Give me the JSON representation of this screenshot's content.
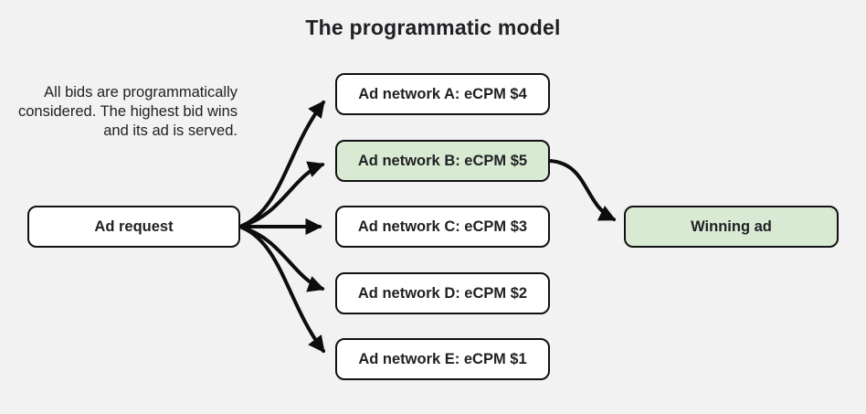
{
  "title": "The programmatic model",
  "description": "All bids are programmatically considered. The highest bid wins and its ad is served.",
  "nodes": {
    "ad_request": {
      "label": "Ad request"
    },
    "networks": [
      {
        "label": "Ad network A: eCPM $4",
        "highlight": false
      },
      {
        "label": "Ad network B: eCPM $5",
        "highlight": true
      },
      {
        "label": "Ad network C: eCPM $3",
        "highlight": false
      },
      {
        "label": "Ad network D: eCPM $2",
        "highlight": false
      },
      {
        "label": "Ad network E: eCPM $1",
        "highlight": false
      }
    ],
    "winning": {
      "label": "Winning ad"
    }
  },
  "edges": [
    {
      "from": "Ad request",
      "to": "Ad network A: eCPM $4"
    },
    {
      "from": "Ad request",
      "to": "Ad network B: eCPM $5"
    },
    {
      "from": "Ad request",
      "to": "Ad network C: eCPM $3"
    },
    {
      "from": "Ad request",
      "to": "Ad network D: eCPM $2"
    },
    {
      "from": "Ad request",
      "to": "Ad network E: eCPM $1"
    },
    {
      "from": "Ad network B: eCPM $5",
      "to": "Winning ad"
    }
  ],
  "colors": {
    "background": "#f1f2f1",
    "box_background": "#ffffff",
    "highlight_background": "#d9ead3",
    "border": "#111111",
    "text": "#202124",
    "arrow": "#0d0d0d"
  }
}
